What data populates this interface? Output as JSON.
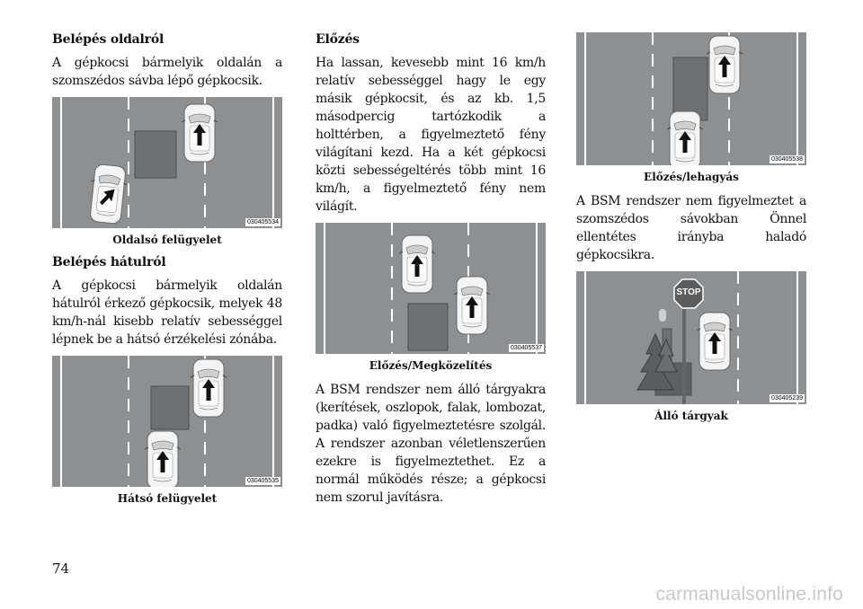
{
  "col1": {
    "h1": "Belépés oldalról",
    "p1": "A gépkocsi bármelyik oldalán a szomszédos sávba lépő gépkocsik.",
    "fig1": {
      "code": "030405534",
      "caption": "Oldalsó felügyelet"
    },
    "h2": "Belépés hátulról",
    "p2": "A gépkocsi bármelyik oldalán hátulról érkező gépkocsik, melyek 48 km/h-nál kisebb relatív sebességgel lépnek be a hátsó érzékelési zónába.",
    "fig2": {
      "code": "030405535",
      "caption": "Hátsó felügyelet"
    }
  },
  "col2": {
    "h1": "Előzés",
    "p1": "Ha lassan, kevesebb mint 16 km/h relatív sebességgel hagy le egy másik gépkocsit, és az kb. 1,5 másodpercig tartózkodik a holttérben, a figyelmeztető fény világítani kezd. Ha a két gépkocsi közti sebességeltérés több mint 16 km/h, a figyelmeztető fény nem világít.",
    "fig1": {
      "code": "030405537",
      "caption": "Előzés/Megközelítés"
    },
    "p2": "A BSM rendszer nem álló tárgyakra (kerítések, oszlopok, falak, lombozat, padka) való figyelmeztetésre szolgál. A rendszer azonban véletlenszerűen ezekre is figyelmeztethet. Ez a normál működés része; a gépkocsi nem szorul javításra."
  },
  "col3": {
    "fig1": {
      "code": "030405538",
      "caption": "Előzés/lehagyás"
    },
    "p1": "A BSM rendszer nem figyelmeztet a szomszédos sávokban Önnel ellentétes irányba haladó gépkocsikra.",
    "fig2": {
      "code": "030405239",
      "caption": "Álló tárgyak",
      "sign": "STOP"
    }
  },
  "page_number": "74",
  "watermark": "carmanualsonline.info"
}
